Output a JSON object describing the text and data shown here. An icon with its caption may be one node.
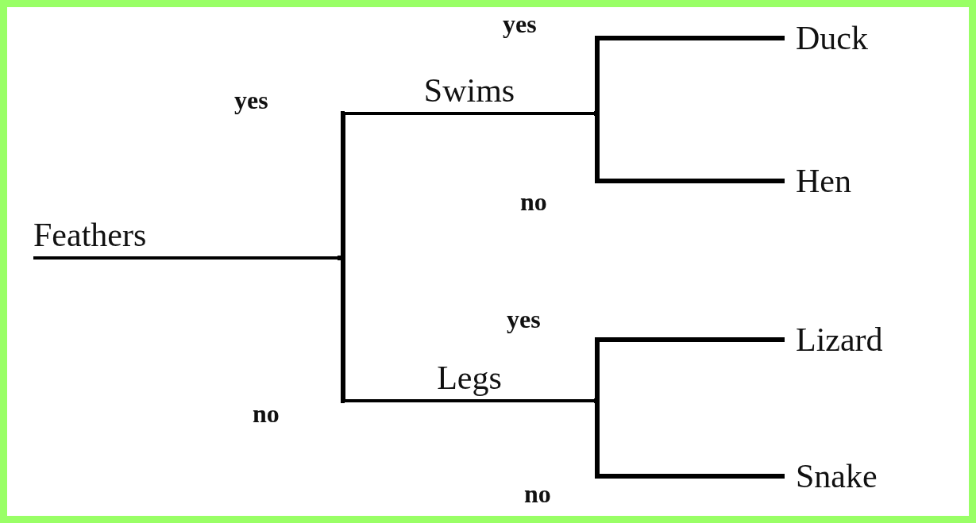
{
  "diagram": {
    "nodes": [
      {
        "text": [
          "Feathers"
        ]
      },
      {
        "text": [
          "Swims"
        ]
      },
      {
        "text": [
          "Legs"
        ]
      },
      {
        "text": [
          "Duck"
        ]
      },
      {
        "text": [
          "Hen"
        ]
      },
      {
        "text": [
          "Lizard"
        ]
      },
      {
        "text": [
          "Snake"
        ]
      }
    ],
    "edges": [
      {
        "from": 0,
        "to": 1,
        "arrow": "none",
        "label": "yes"
      },
      {
        "from": 0,
        "to": 2,
        "arrow": "none",
        "label": "no"
      },
      {
        "from": 1,
        "to": 3,
        "arrow": "none",
        "label": "yes"
      },
      {
        "from": 1,
        "to": 4,
        "arrow": "none",
        "label": "no"
      },
      {
        "from": 2,
        "to": 5,
        "arrow": "none",
        "label": "yes"
      },
      {
        "from": 2,
        "to": 6,
        "arrow": "none",
        "label": "no"
      }
    ]
  }
}
